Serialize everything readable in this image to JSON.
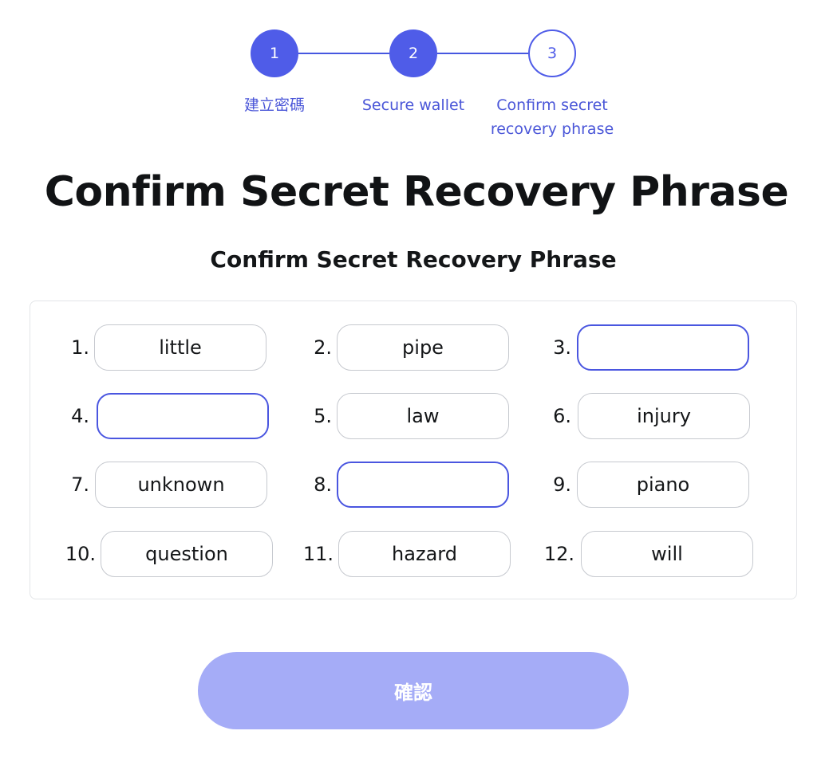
{
  "stepper": {
    "steps": [
      {
        "number": "1",
        "label": "建立密碼",
        "state": "complete"
      },
      {
        "number": "2",
        "label": "Secure wallet",
        "state": "complete"
      },
      {
        "number": "3",
        "label": "Confirm secret\nrecovery phrase",
        "state": "current"
      }
    ]
  },
  "page": {
    "title": "Confirm Secret Recovery Phrase",
    "subtitle": "Confirm Secret Recovery Phrase"
  },
  "phrase": {
    "words": [
      {
        "index": "1.",
        "word": "little",
        "blank": false
      },
      {
        "index": "2.",
        "word": "pipe",
        "blank": false
      },
      {
        "index": "3.",
        "word": "",
        "blank": true
      },
      {
        "index": "4.",
        "word": "",
        "blank": true
      },
      {
        "index": "5.",
        "word": "law",
        "blank": false
      },
      {
        "index": "6.",
        "word": "injury",
        "blank": false
      },
      {
        "index": "7.",
        "word": "unknown",
        "blank": false
      },
      {
        "index": "8.",
        "word": "",
        "blank": true
      },
      {
        "index": "9.",
        "word": "piano",
        "blank": false
      },
      {
        "index": "10.",
        "word": "question",
        "blank": false
      },
      {
        "index": "11.",
        "word": "hazard",
        "blank": false
      },
      {
        "index": "12.",
        "word": "will",
        "blank": false
      }
    ]
  },
  "actions": {
    "confirm_label": "確認",
    "confirm_disabled": true
  },
  "colors": {
    "accent": "#4f5ce8",
    "accent_text": "#4a56d8",
    "button_disabled": "#a5acf7",
    "field_border": "#c6c9cf",
    "text": "#141618"
  }
}
